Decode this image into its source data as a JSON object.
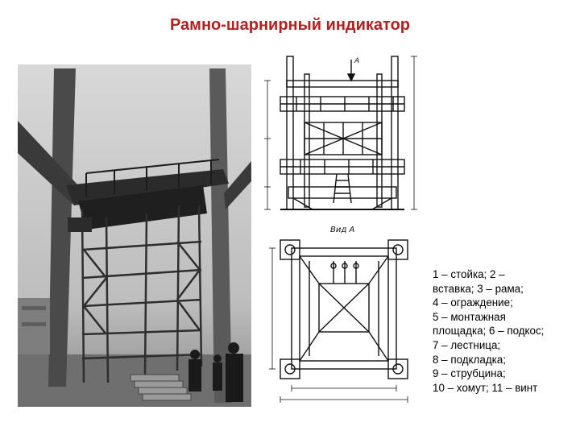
{
  "slide": {
    "title": "Рамно-шарнирный индикатор",
    "title_color": "#b32020"
  },
  "drawing": {
    "upper_view_label": "Вид А",
    "arrow_label": "А"
  },
  "legend": {
    "lines": [
      "1 – стойка; 2 –",
      "вставка; 3 – рама;",
      "4 – ограждение;",
      "5 – монтажная",
      "площадка; 6 – подкос;",
      "7 – лестница;",
      "8 – подкладка;",
      "9 – струбцина;",
      "10 – хомут; 11 – винт"
    ]
  }
}
